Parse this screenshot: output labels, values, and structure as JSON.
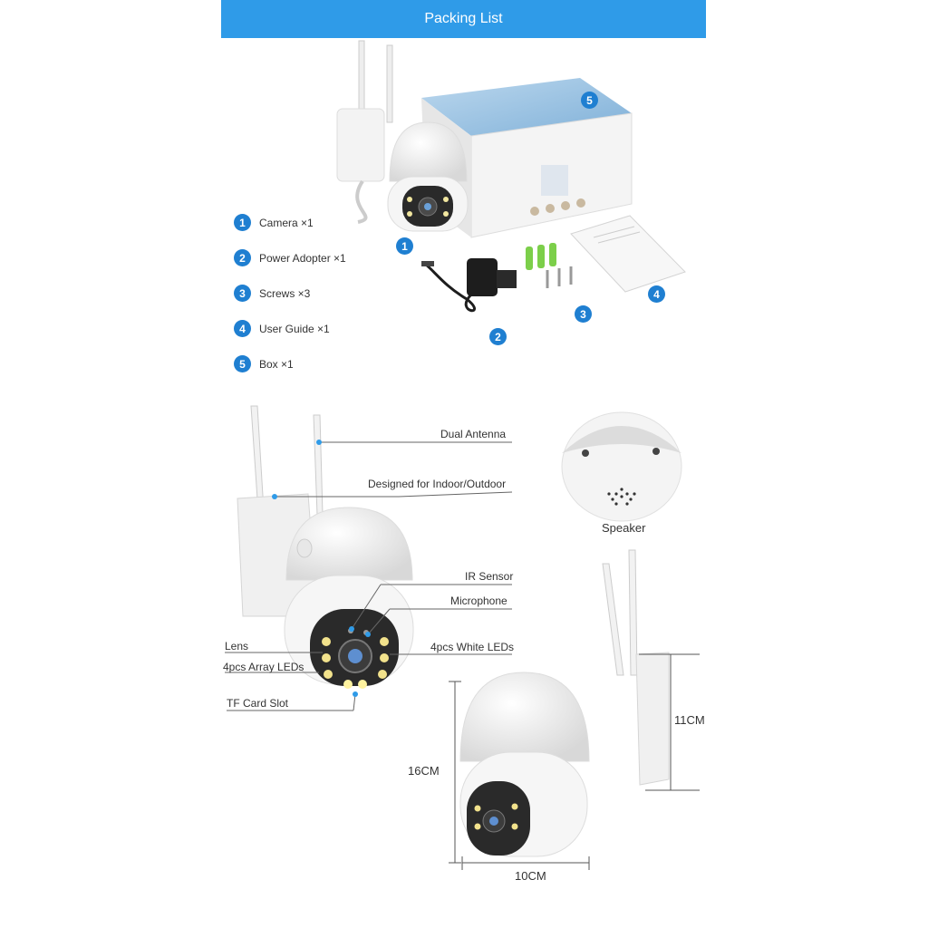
{
  "header": {
    "title": "Packing List"
  },
  "packing_list": [
    {
      "num": "1",
      "label": "Camera ×1"
    },
    {
      "num": "2",
      "label": "Power Adopter ×1"
    },
    {
      "num": "3",
      "label": "Screws ×3"
    },
    {
      "num": "4",
      "label": "User Guide ×1"
    },
    {
      "num": "5",
      "label": "Box ×1"
    }
  ],
  "photo_badges": [
    "1",
    "2",
    "3",
    "4",
    "5"
  ],
  "features": {
    "dual_antenna": "Dual Antenna",
    "indoor_outdoor": "Designed for Indoor/Outdoor",
    "ir_sensor": "IR Sensor",
    "microphone": "Microphone",
    "lens": "Lens",
    "white_leds": "4pcs White LEDs",
    "array_leds": "4pcs Array LEDs",
    "tf_card": "TF Card Slot",
    "speaker": "Speaker"
  },
  "dimensions": {
    "width": "10CM",
    "height": "16CM",
    "depth": "11CM"
  },
  "colors": {
    "header_bg": "#2f9be8",
    "badge": "#1f7fd1",
    "callout_dot": "#2f9be8"
  }
}
